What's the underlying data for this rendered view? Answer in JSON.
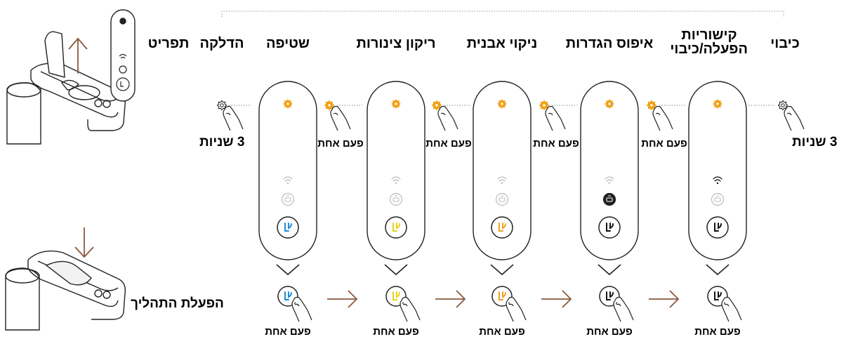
{
  "headers": {
    "print": "תפריט",
    "power_on": "הדלקה",
    "flush": "שטיפה",
    "drain": "ריקון צינורות",
    "descale": "ניקוי אבנית",
    "reset": "איפוס הגדרות",
    "connectivity": "קישוריות הפעלה/כיבוי",
    "off": "כיבוי"
  },
  "press_once": "פעם אחת",
  "three_seconds": "3 שניות",
  "start_process": "הפעלת התהליך",
  "colors": {
    "flush": "#1a8fd6",
    "drain": "#e8d21a",
    "descale": "#f0a21a",
    "reset": "#111111",
    "connectivity": "#111111",
    "arrow": "#8a5a3c",
    "gear": "#f0a21a"
  }
}
